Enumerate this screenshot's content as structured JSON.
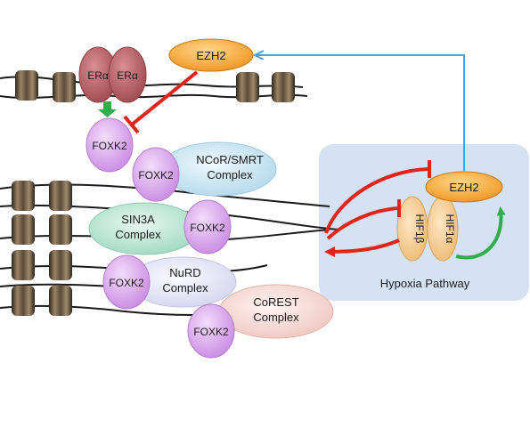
{
  "labels": {
    "er_alpha": "ERα",
    "ezh2": "EZH2",
    "foxk2": "FOXK2",
    "ncor_smrt_line1": "NCoR/SMRT",
    "ncor_smrt_line2": "Complex",
    "sin3a_line1": "SIN3A",
    "sin3a_line2": "Complex",
    "nurd_line1": "NuRD",
    "nurd_line2": "Complex",
    "corest_line1": "CoREST",
    "corest_line2": "Complex",
    "hif1b": "HIF1β",
    "hif1a": "HIF1α",
    "hypoxia_pathway": "Hypoxia Pathway"
  },
  "colors": {
    "foxk2_fill": "#d9a3ee",
    "er_fill": "#b66266",
    "ezh2_fill": "#f4a12d",
    "hif_fill": "#f5cc8e",
    "ncor_fill": "#cfe7f3",
    "sin3a_fill": "#bfe6d6",
    "nurd_fill": "#e7e8f6",
    "corest_fill": "#f6dcd8",
    "hypoxia_panel": "#d4e2f4",
    "activation_arrow": "#2fae4a",
    "inhibition_arrow": "#e2231a",
    "feedback_arrow": "#4aa3d8"
  }
}
